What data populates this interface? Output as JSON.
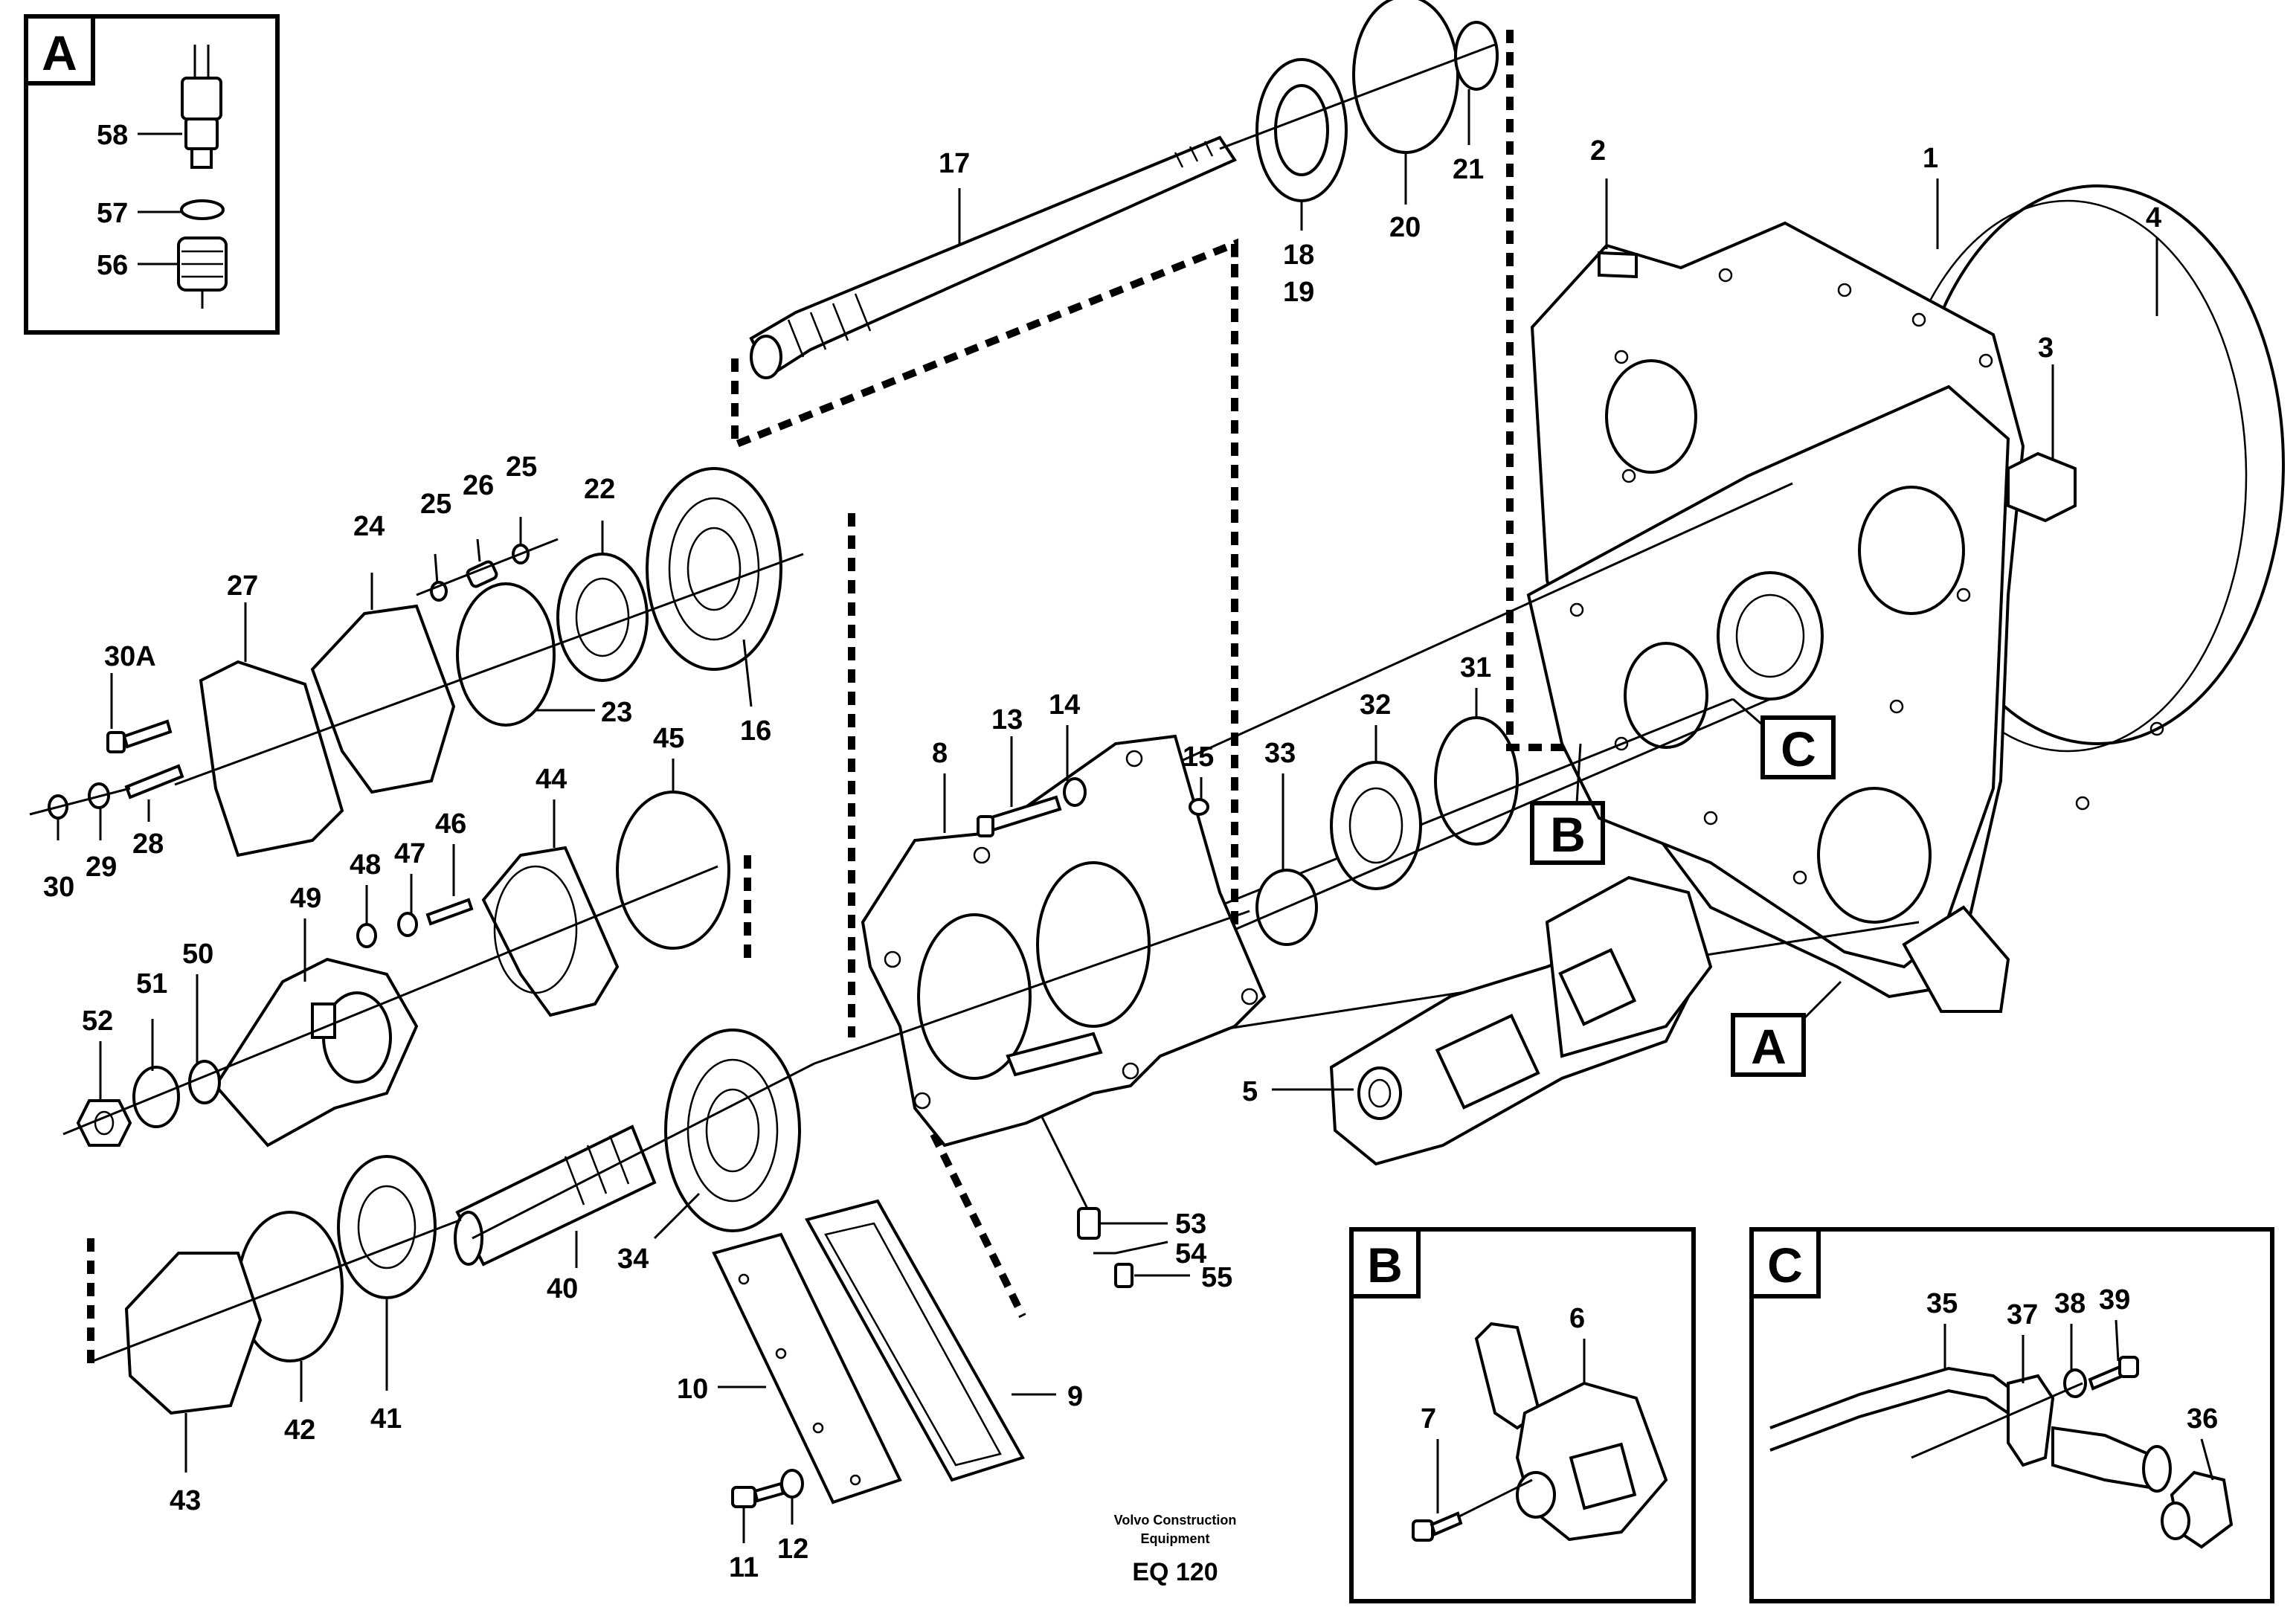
{
  "labels": {
    "n1": "1",
    "n2": "2",
    "n3": "3",
    "n4": "4",
    "n5": "5",
    "n6": "6",
    "n7": "7",
    "n8": "8",
    "n9": "9",
    "n10": "10",
    "n11": "11",
    "n12": "12",
    "n13": "13",
    "n14": "14",
    "n15": "15",
    "n16": "16",
    "n17": "17",
    "n18": "18",
    "n19": "19",
    "n20": "20",
    "n21": "21",
    "n22": "22",
    "n23": "23",
    "n24": "24",
    "n25a": "25",
    "n25b": "25",
    "n26": "26",
    "n27": "27",
    "n28": "28",
    "n29": "29",
    "n30": "30",
    "n30A": "30A",
    "n31": "31",
    "n32": "32",
    "n33": "33",
    "n34": "34",
    "n35": "35",
    "n36": "36",
    "n37": "37",
    "n38": "38",
    "n39": "39",
    "n40": "40",
    "n41": "41",
    "n42": "42",
    "n43": "43",
    "n44": "44",
    "n45": "45",
    "n46": "46",
    "n47": "47",
    "n48": "48",
    "n49": "49",
    "n50": "50",
    "n51": "51",
    "n52": "52",
    "n53": "53",
    "n54": "54",
    "n55": "55",
    "n56": "56",
    "n57": "57",
    "n58": "58"
  },
  "boxes": {
    "inset_a": "A",
    "inset_b": "B",
    "inset_c": "C",
    "callout_a": "A",
    "callout_b": "B",
    "callout_c": "C"
  },
  "footer": {
    "company_line1": "Volvo Construction",
    "company_line2": "Equipment",
    "code": "EQ 120"
  }
}
